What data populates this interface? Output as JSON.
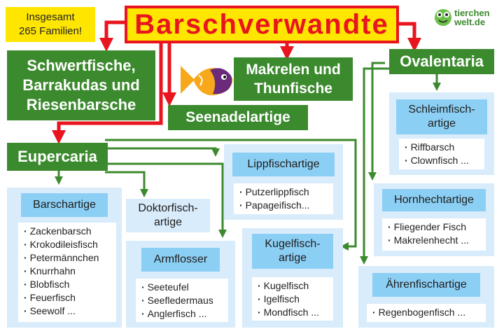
{
  "title": "Barschverwandte",
  "families_note": [
    "Insgesamt",
    "265 Familien!"
  ],
  "logo_text": [
    "tierchen",
    "welt.de"
  ],
  "groups": {
    "schwertfische": [
      "Schwertfische,",
      "Barrakudas und",
      "Riesenbarsche"
    ],
    "makrelen": [
      "Makrelen und",
      "Thunfische"
    ],
    "seenadel": "Seenadelartige",
    "ovalentaria": "Ovalentaria",
    "eupercaria": "Eupercaria"
  },
  "panels": {
    "barschartige": {
      "header": [
        "Barschartige"
      ],
      "items": [
        "Zackenbarsch",
        "Krokodileisfisch",
        "Petermännchen",
        "Knurrhahn",
        "Blobfisch",
        "Feuerfisch",
        "Seewolf ..."
      ]
    },
    "doktorfisch": {
      "header": [
        "Doktorfisch-",
        "artige"
      ],
      "items": []
    },
    "armflosser": {
      "header": [
        "Armflosser"
      ],
      "items": [
        "Seeteufel",
        "Seefledermaus",
        "Anglerfisch ..."
      ]
    },
    "lippfisch": {
      "header": [
        "Lippfischartige"
      ],
      "items": [
        "Putzerlippfisch",
        "Papageifisch..."
      ]
    },
    "kugelfisch": {
      "header": [
        "Kugelfisch-",
        "artige"
      ],
      "items": [
        "Kugelfisch",
        "Igelfisch",
        "Mondfisch ..."
      ]
    },
    "schleimfisch": {
      "header": [
        "Schleimfisch-",
        "artige"
      ],
      "items": [
        "Riffbarsch",
        "Clownfisch ..."
      ]
    },
    "hornhecht": {
      "header": [
        "Hornhechtartige"
      ],
      "items": [
        "Fliegender Fisch",
        "Makrelenhecht ..."
      ]
    },
    "aehrenfisch": {
      "header": [
        "Ährenfischartige"
      ],
      "items": [
        "Regenbogenfisch ..."
      ]
    }
  },
  "colors": {
    "title_red": "#e8141e",
    "yellow": "#ffe600",
    "green": "#3c8a2e",
    "panel_blue": "#d9ecfb",
    "header_blue": "#8ccff4"
  },
  "icons": [
    "fish-illustration",
    "frog-logo-icon"
  ]
}
